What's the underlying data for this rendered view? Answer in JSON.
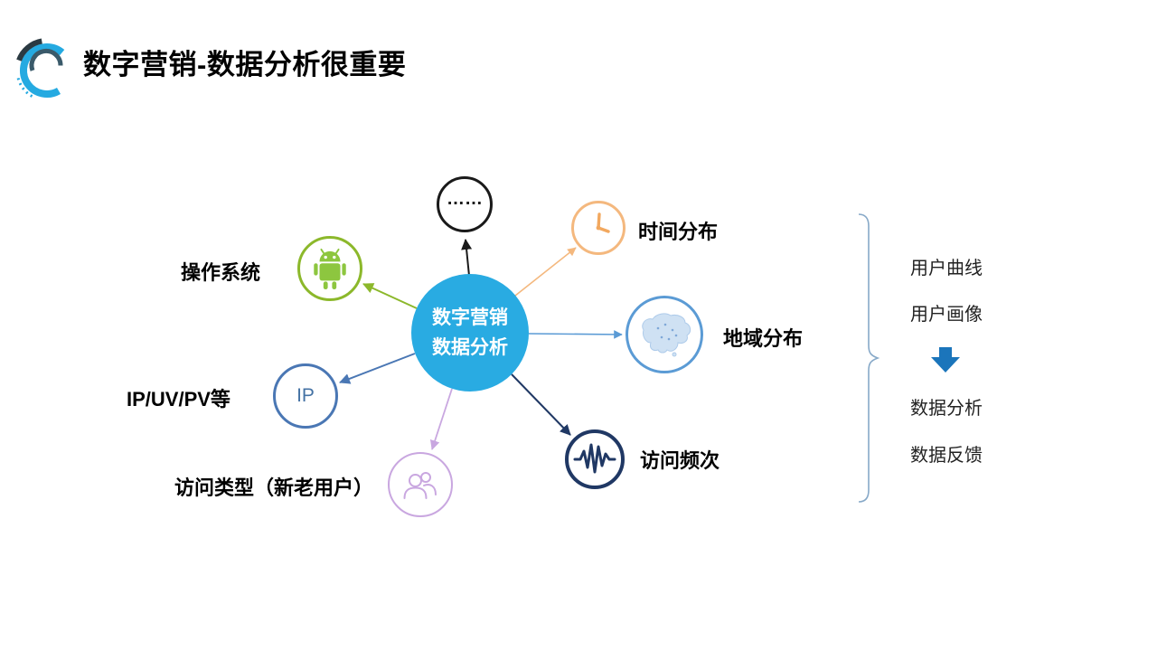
{
  "header": {
    "title": "数字营销-数据分析很重要"
  },
  "center_node": {
    "line1": "数字营销",
    "line2": "数据分析"
  },
  "nodes": {
    "ellipsis": {
      "label": "……"
    },
    "time": {
      "label": "时间分布"
    },
    "region": {
      "label": "地域分布"
    },
    "frequency": {
      "label": "访问频次"
    },
    "os": {
      "label": "操作系统"
    },
    "ip": {
      "badge": "IP",
      "label": "IP/UV/PV等"
    },
    "visitor_type": {
      "label": "访问类型（新老用户）"
    }
  },
  "right_panel": {
    "items": [
      "用户曲线",
      "用户画像",
      "数据分析",
      "数据反馈"
    ]
  },
  "icons": {
    "logo": "c-swirl-logo",
    "time": "clock-icon",
    "region": "china-map-icon",
    "frequency": "waveform-icon",
    "os": "android-icon",
    "visitor_type": "users-icon",
    "flow": "down-arrow-icon"
  },
  "colors": {
    "center_blue": "#29ABE2",
    "orange": "#F4B87E",
    "map_blue": "#5B9BD5",
    "navy": "#203864",
    "green": "#8CB82B",
    "android_green": "#8DC63F",
    "ip_blue": "#4A77B4",
    "purple": "#C9A7E0",
    "flow_arrow_blue": "#1B75BB",
    "bracket_blue": "#87A9C8",
    "black": "#1A1A1A"
  }
}
